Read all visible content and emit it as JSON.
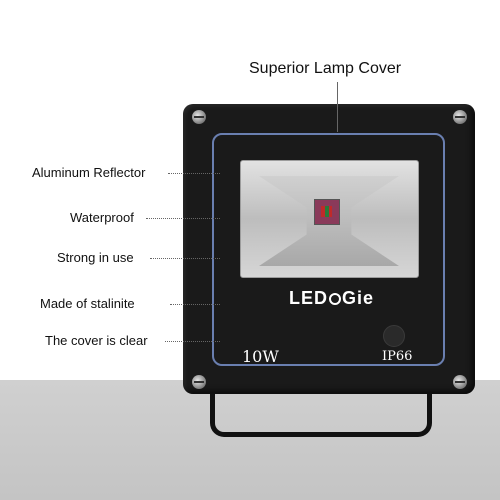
{
  "title_callout": "Superior Lamp Cover",
  "labels": [
    "Aluminum  Reflector",
    "Waterproof",
    "Strong in use",
    "Made of stalinite",
    "The cover is clear"
  ],
  "product": {
    "brand_part1": "LED",
    "brand_part2": "Gie",
    "wattage": "10W",
    "ip_rating": "IP66"
  }
}
